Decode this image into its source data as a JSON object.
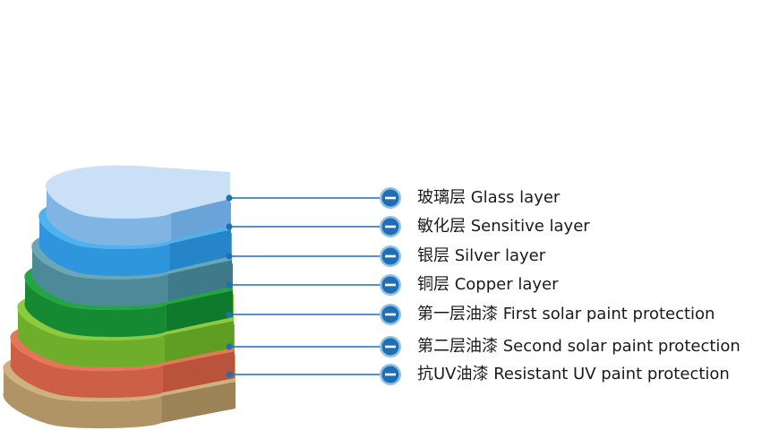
{
  "layers": [
    {
      "label": "玻璃层 Glass layer",
      "top": "#c9e0f6",
      "side": "#7fb4e3",
      "side_dark": "#6aa3d8"
    },
    {
      "label": "敏化层 Sensitive layer",
      "top": "#4fb2ee",
      "side": "#2f95dc",
      "side_dark": "#2585c8"
    },
    {
      "label": "银层 Silver layer",
      "top": "#6aa6b5",
      "side": "#4d8a99",
      "side_dark": "#3e7a89"
    },
    {
      "label": "铜层 Copper layer",
      "top": "#22a542",
      "side": "#168a33",
      "side_dark": "#0f7a2b"
    },
    {
      "label": "第一层油漆 First solar paint protection",
      "top": "#8ccb3e",
      "side": "#6fae2b",
      "side_dark": "#5f9e22"
    },
    {
      "label": "第二层油漆 Second solar paint protection",
      "top": "#e5765a",
      "side": "#cc5f45",
      "side_dark": "#b9533b"
    },
    {
      "label": "抗UV油漆 Resistant UV paint protection",
      "top": "#cdb27f",
      "side": "#b09466",
      "side_dark": "#9c8257"
    }
  ],
  "colors": {
    "connector": "#1f6fb5",
    "badge_fill": "#1f6fb5",
    "badge_ring": "#8fc0e8"
  }
}
